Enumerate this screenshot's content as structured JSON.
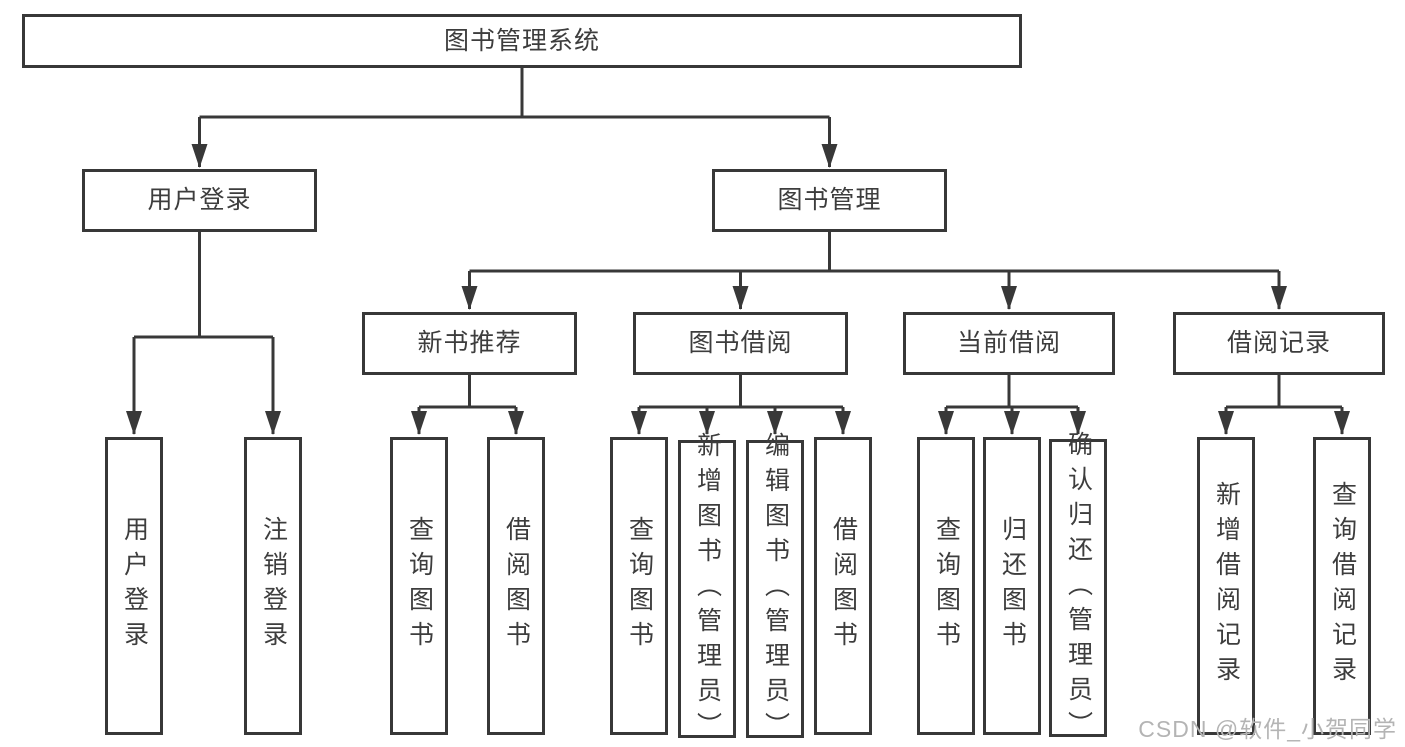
{
  "diagram": {
    "root": {
      "label": "图书管理系统"
    },
    "level2": {
      "user_login": {
        "label": "用户登录"
      },
      "book_mgmt": {
        "label": "图书管理"
      }
    },
    "level3": {
      "new_book_rec": {
        "label": "新书推荐"
      },
      "book_borrow": {
        "label": "图书借阅"
      },
      "current_borrow": {
        "label": "当前借阅"
      },
      "borrow_records": {
        "label": "借阅记录"
      }
    },
    "leaves": {
      "user_login": {
        "label": "用户登录"
      },
      "logout": {
        "label": "注销登录"
      },
      "nbr_query_books": {
        "label": "查询图书"
      },
      "nbr_borrow_books": {
        "label": "借阅图书"
      },
      "bb_query_books": {
        "label": "查询图书"
      },
      "bb_add_books": {
        "label": "新增图书（管理员）"
      },
      "bb_edit_books": {
        "label": "编辑图书（管理员）"
      },
      "bb_borrow_books": {
        "label": "借阅图书"
      },
      "cb_query_books": {
        "label": "查询图书"
      },
      "cb_return_books": {
        "label": "归还图书"
      },
      "cb_confirm_return": {
        "label": "确认归还（管理员）"
      },
      "br_add_record": {
        "label": "新增借阅记录"
      },
      "br_query_record": {
        "label": "查询借阅记录"
      }
    }
  },
  "watermark": "CSDN @软件_小贺同学",
  "colors": {
    "line": "#383838",
    "box_border": "#383838",
    "text": "#3d3d3d",
    "background": "#ffffff",
    "watermark": "#b4b4b4"
  }
}
